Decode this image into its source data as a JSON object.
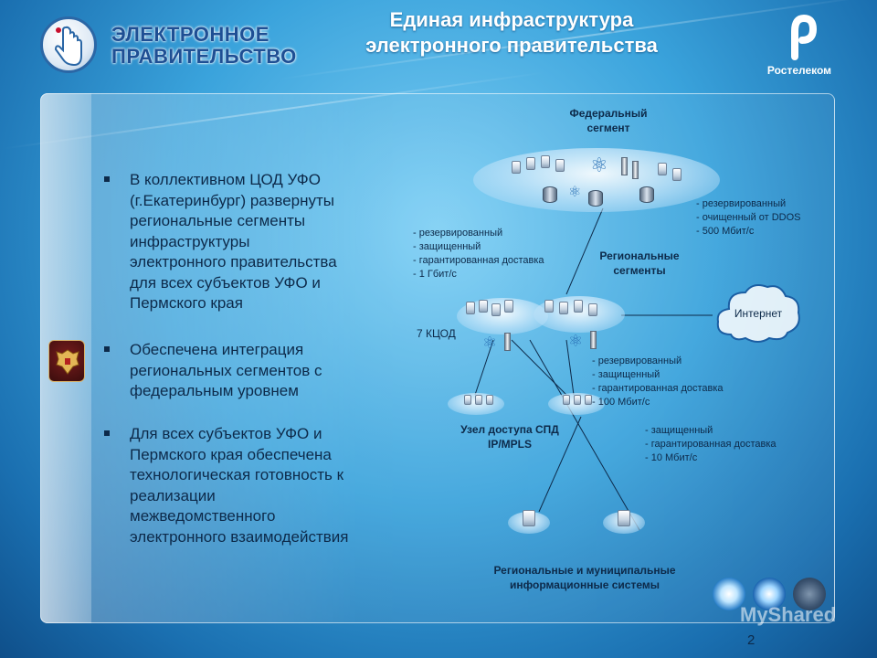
{
  "header": {
    "logo_line1": "ЭЛЕКТРОННОЕ",
    "logo_line2": "ПРАВИТЕЛЬСТВО",
    "title_line1": "Единая инфраструктура",
    "title_line2": "электронного правительства",
    "brand": "Ростелеком"
  },
  "bullets": [
    "В коллективном ЦОД УФО\n(г.Екатеринбург) развернуты\nрегиональные  сегменты\nинфраструктуры\nэлектронного правительства\nдля      всех субъектов УФО и\nПермского края",
    "Обеспечена интеграция\nрегиональных сегментов с\nфедеральным уровнем",
    "Для всех субъектов УФО  и\nПермского края обеспечена\nтехнологическая готовность к\nреализации\nмежведомственного\nэлектронного взаимодействия"
  ],
  "diagram": {
    "federal_label": "Федеральный\nсегмент",
    "regional_label": "Региональные\nсегменты",
    "kcod_label": "7 КЦОД",
    "access_node_label": "Узел доступа СПД\nIP/MPLS",
    "systems_label": "Региональные и муниципальные\nинформационные системы",
    "internet_label": "Интернет",
    "note_federal": "- резервированный\n- очищенный от DDOS\n- 500 Мбит/с",
    "note_regional": "- резервированный\n- защищенный\n- гарантированная доставка\n- 1 Гбит/с",
    "note_access": "- резервированный\n- защищенный\n- гарантированная доставка\n- 100 Мбит/с",
    "note_systems": "- защищенный\n- гарантированная доставка\n- 10 Мбит/с"
  },
  "footer": {
    "watermark": "MyShared",
    "page_number": "2"
  },
  "colors": {
    "accent": "#1e4f94",
    "text": "#0d2a4a"
  }
}
